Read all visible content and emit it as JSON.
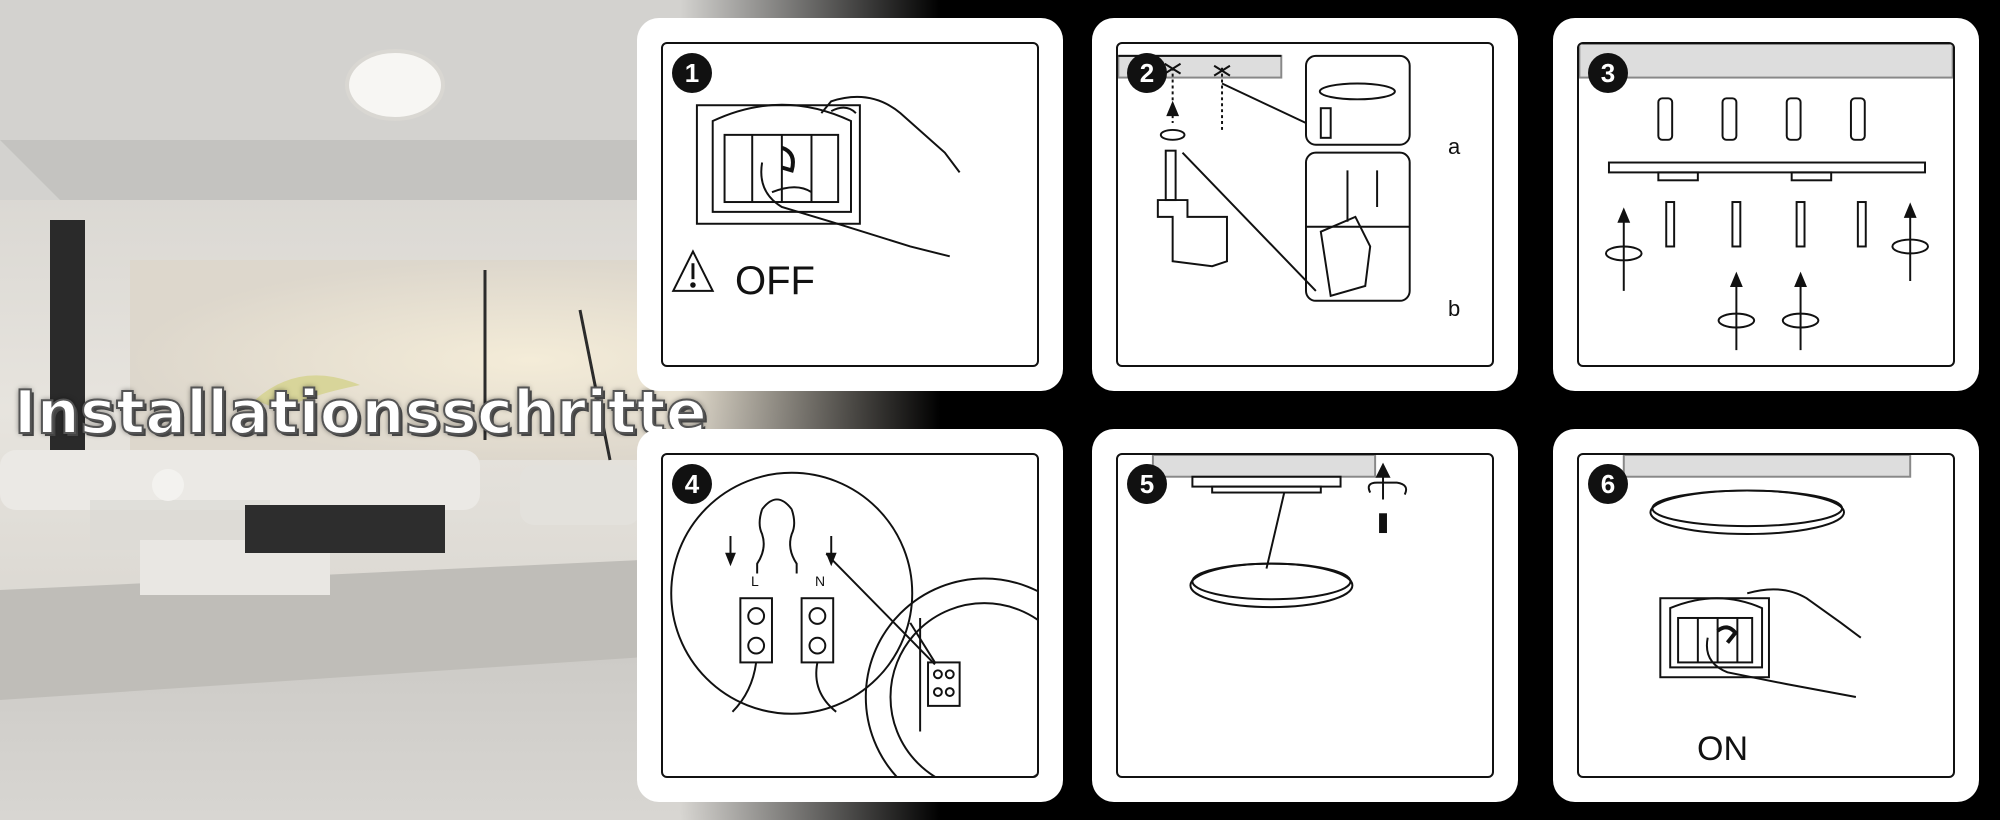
{
  "title": "Installationsschritte",
  "steps": [
    {
      "number": "1",
      "label": "OFF"
    },
    {
      "number": "2",
      "label_a": "a",
      "label_b": "b"
    },
    {
      "number": "3"
    },
    {
      "number": "4",
      "label_l": "L",
      "label_n": "N"
    },
    {
      "number": "5"
    },
    {
      "number": "6",
      "label": "ON"
    }
  ],
  "colors": {
    "background": "#000000",
    "card": "#ffffff",
    "line": "#111111"
  }
}
